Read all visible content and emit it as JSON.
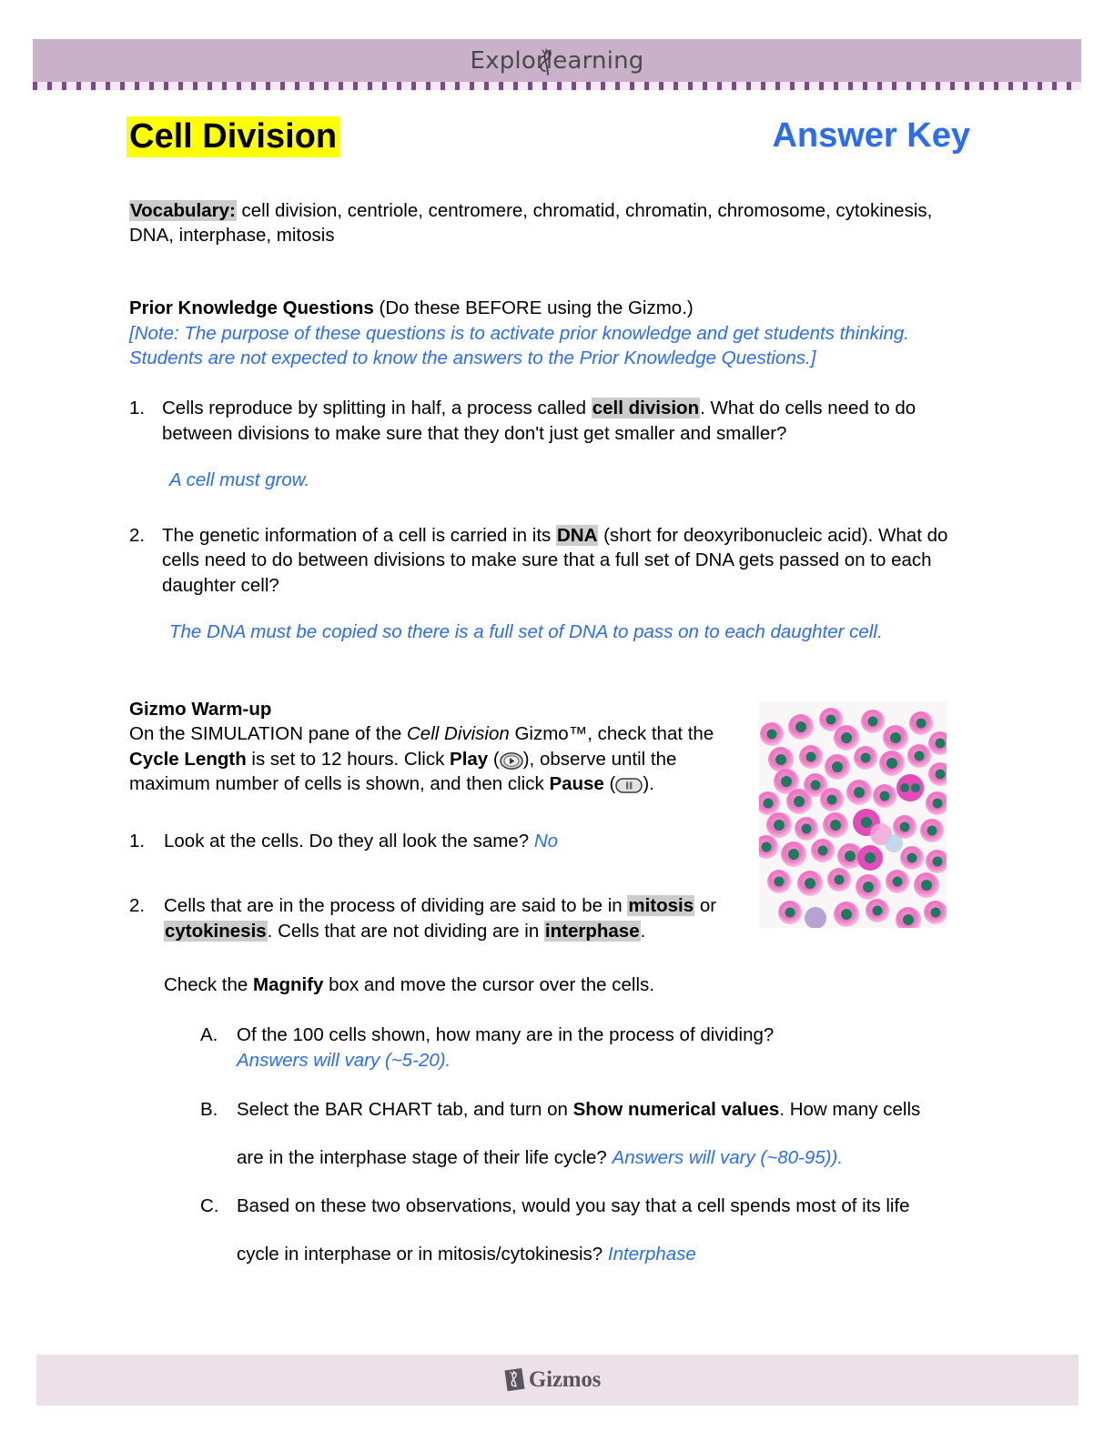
{
  "header": {
    "brand_left": "Explor",
    "brand_right": "learning",
    "brand_full": "ExploreLearning",
    "swirl_icon": "leaf-swirl-icon"
  },
  "title": {
    "document_title": "Cell Division",
    "answer_key_label": "Answer Key"
  },
  "vocabulary": {
    "label": "Vocabulary:",
    "terms": " cell division, centriole, centromere, chromatid, chromatin, chromosome, cytokinesis, DNA, interphase, mitosis"
  },
  "prior_knowledge": {
    "heading_bold": "Prior Knowledge Questions",
    "heading_rest": " (Do these BEFORE using the Gizmo.)",
    "note": "[Note: The purpose of these questions is to activate prior knowledge and get students thinking. Students are not expected to know the answers to the Prior Knowledge Questions.]",
    "questions": [
      {
        "number": "1.",
        "text_a": "Cells reproduce by splitting in half, a process called ",
        "highlight": "cell division",
        "text_b": ". What do cells need to do between divisions to make sure that they don't just get smaller and smaller?",
        "answer": "A cell must grow."
      },
      {
        "number": "2.",
        "text_a": "The genetic information of a cell is carried in its ",
        "highlight": "DNA",
        "text_b": " (short for deoxyribonucleic acid). What do cells need to do between divisions to make sure that a full set of DNA gets passed on to each daughter cell?",
        "answer": "The DNA must be copied so there is a full set of DNA to pass on to each daughter cell."
      }
    ]
  },
  "warmup": {
    "heading": "Gizmo Warm-up",
    "intro_1": "On the SIMULATION pane of the ",
    "intro_gizmo_italic": "Cell Division",
    "intro_2": " Gizmo™, check that the ",
    "cycle_length_label": "Cycle Length",
    "intro_3": " is set to 12 hours. Click ",
    "play_label": "Play",
    "play_icon": "play-button-icon",
    "intro_4": " (",
    "intro_5": "), observe until the maximum number of cells is shown, and then click ",
    "pause_label": "Pause",
    "pause_icon": "pause-button-icon",
    "intro_6": " (",
    "intro_7": ").",
    "image_alt": "cell-micrograph-image",
    "questions": [
      {
        "number": "1.",
        "text": "Look at the cells. Do they all look the same? ",
        "answer": "No"
      },
      {
        "number": "2.",
        "text_a": "Cells that are in the process of dividing are said to be in ",
        "hl_1": "mitosis",
        "text_b": " or ",
        "hl_2": "cytokinesis",
        "text_c": ". Cells that are not dividing are in ",
        "hl_3": "interphase",
        "text_d": "."
      }
    ],
    "check_line_a": "Check the ",
    "check_magnify": "Magnify",
    "check_line_b": " box and move the cursor over the cells.",
    "sub_questions": [
      {
        "letter": "A.",
        "text": "Of the 100 cells shown, how many are in the process of dividing?",
        "answer": "Answers will vary (~5-20).",
        "answer_on_newline": true
      },
      {
        "letter": "B.",
        "text_a": "Select the BAR CHART tab, and turn on ",
        "bold": "Show numerical values",
        "text_b": ". How many cells",
        "text_c": "are in the interphase stage of their life cycle? ",
        "answer": "Answers will vary (~80-95))."
      },
      {
        "letter": "C.",
        "text_a": "Based on these two observations, would you say that a cell spends most of its life",
        "text_c": "cycle in interphase or in mitosis/cytokinesis? ",
        "answer": "Interphase"
      }
    ]
  },
  "footer": {
    "logo_text": "Gizmos",
    "logo_mark": "gizmos-mark-icon"
  },
  "colors": {
    "header_bar": "#c9b1c9",
    "dotted_rule_dot": "#7b4b84",
    "title_highlight": "#ffff00",
    "answer_blue": "#2a6df4",
    "term_highlight": "#cccccc",
    "footer_bar": "#ece1e9"
  }
}
